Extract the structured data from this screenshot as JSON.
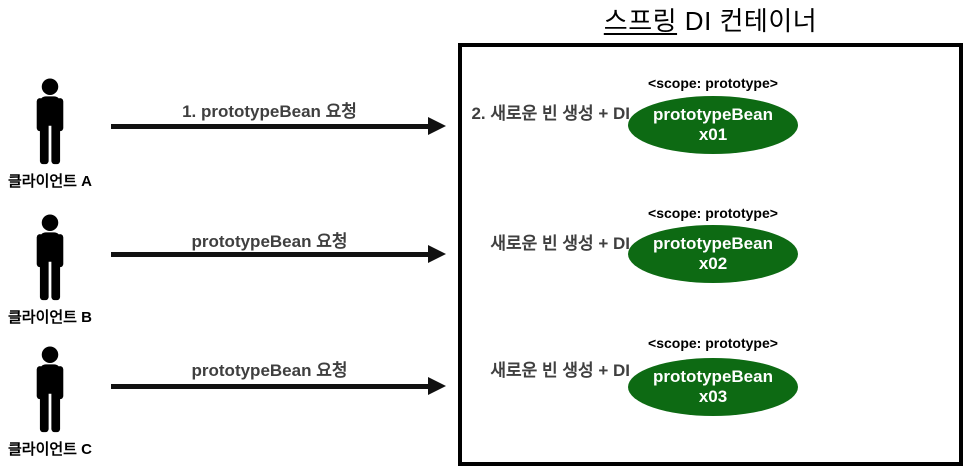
{
  "title": {
    "underlined_part": "스프링",
    "rest_part": " DI 컨테이너",
    "full": "스프링 DI 컨테이너"
  },
  "colors": {
    "bean_green": "#0d6a13",
    "arrow_black": "#111111",
    "secondary_text_gray": "#3f3f3f",
    "container_border": "#000000"
  },
  "clients": [
    {
      "label": "클라이언트 A"
    },
    {
      "label": "클라이언트 B"
    },
    {
      "label": "클라이언트 C"
    }
  ],
  "rows": [
    {
      "request_label": "1. prototypeBean 요청",
      "create_label": "2. 새로운 빈 생성 + DI",
      "scope_label": "<scope: prototype>",
      "bean_name": "prototypeBean",
      "bean_instance": "x01"
    },
    {
      "request_label": "prototypeBean 요청",
      "create_label": "새로운 빈 생성 + DI",
      "scope_label": "<scope: prototype>",
      "bean_name": "prototypeBean",
      "bean_instance": "x02"
    },
    {
      "request_label": "prototypeBean 요청",
      "create_label": "새로운 빈 생성 + DI",
      "scope_label": "<scope: prototype>",
      "bean_name": "prototypeBean",
      "bean_instance": "x03"
    }
  ]
}
